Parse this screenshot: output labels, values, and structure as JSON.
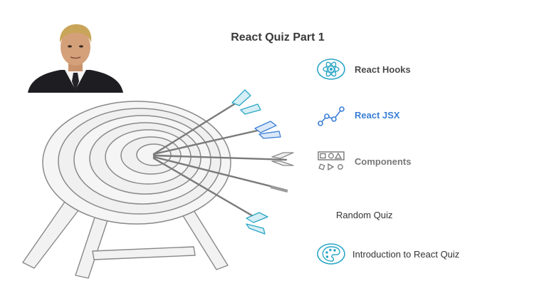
{
  "title": "React Quiz Part 1",
  "menu": {
    "hooks": "React Hooks",
    "jsx": "React JSX",
    "components": "Components",
    "random": "Random Quiz",
    "intro": "Introduction to React Quiz"
  },
  "icons": {
    "hooks": "atom-icon",
    "jsx": "graph-nodes-icon",
    "components": "shapes-icon",
    "intro": "palette-icon"
  },
  "colors": {
    "accent_teal": "#2aa6c6",
    "accent_blue": "#3b7fd6",
    "text_dark": "#3a3a3a",
    "text_grey": "#777777"
  }
}
